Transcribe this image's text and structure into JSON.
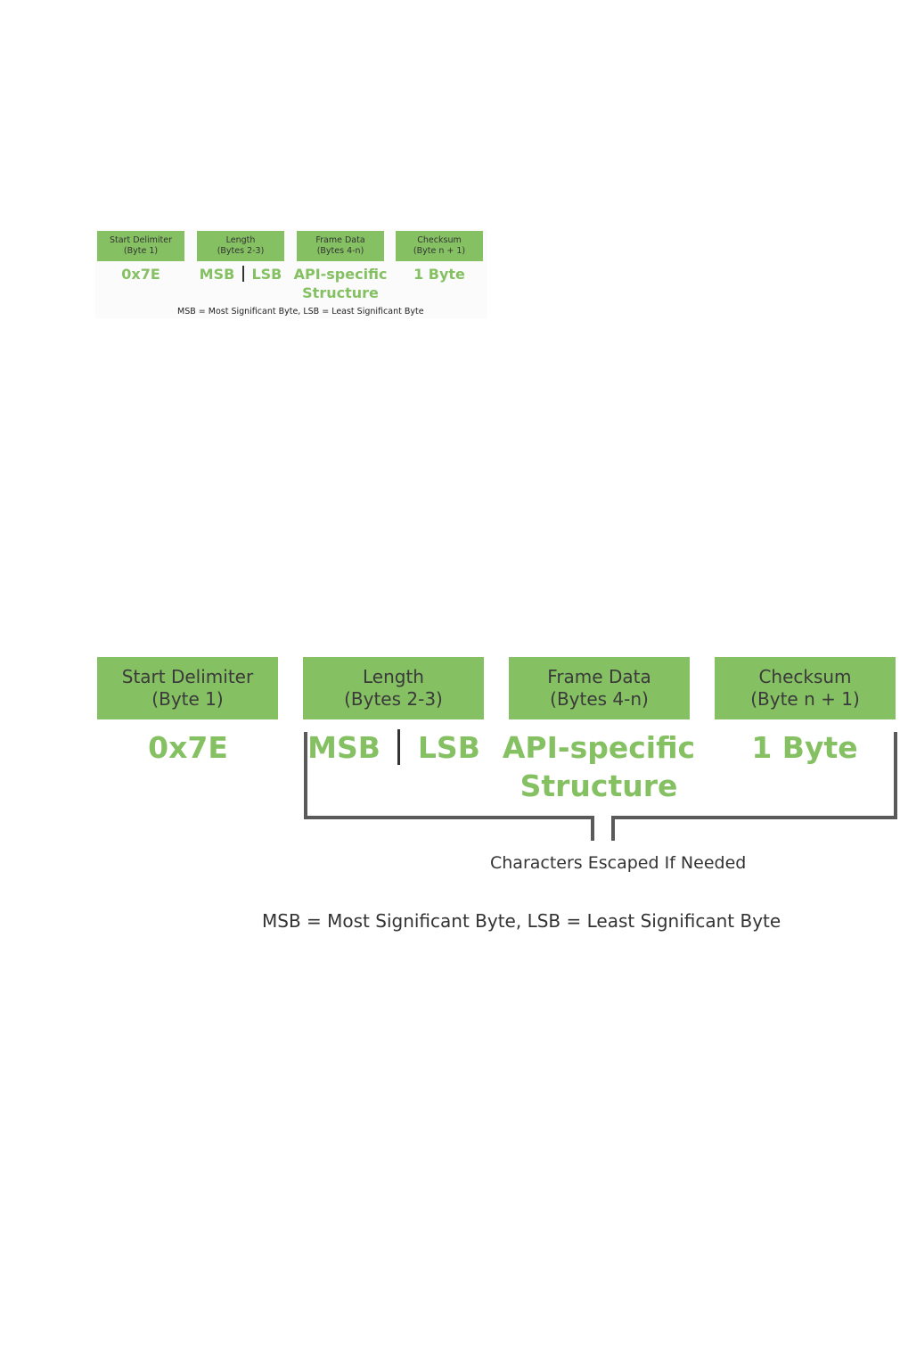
{
  "small": {
    "fields": [
      {
        "header_line1": "Start Delimiter",
        "header_line2": "(Byte 1)",
        "value": "0x7E"
      },
      {
        "header_line1": "Length",
        "header_line2": "(Bytes 2-3)",
        "value_msb": "MSB",
        "value_lsb": "LSB"
      },
      {
        "header_line1": "Frame Data",
        "header_line2": "(Bytes 4-n)",
        "value_line1": "API-specific",
        "value_line2": "Structure"
      },
      {
        "header_line1": "Checksum",
        "header_line2": "(Byte n + 1)",
        "value": "1 Byte"
      }
    ],
    "note": "MSB = Most Significant Byte, LSB = Least Significant Byte"
  },
  "large": {
    "fields": [
      {
        "header_line1": "Start Delimiter",
        "header_line2": "(Byte 1)",
        "value": "0x7E"
      },
      {
        "header_line1": "Length",
        "header_line2": "(Bytes 2-3)",
        "value_msb": "MSB",
        "value_lsb": "LSB"
      },
      {
        "header_line1": "Frame Data",
        "header_line2": "(Bytes 4-n)",
        "value_line1": "API-specific",
        "value_line2": "Structure"
      },
      {
        "header_line1": "Checksum",
        "header_line2": "(Byte n + 1)",
        "value": "1 Byte"
      }
    ],
    "bracket_label": "Characters Escaped If Needed",
    "note": "MSB = Most Significant Byte, LSB = Least Significant Byte"
  },
  "colors": {
    "header_bg": "#85c163",
    "value_text": "#85c163",
    "caption_text": "#333333"
  }
}
